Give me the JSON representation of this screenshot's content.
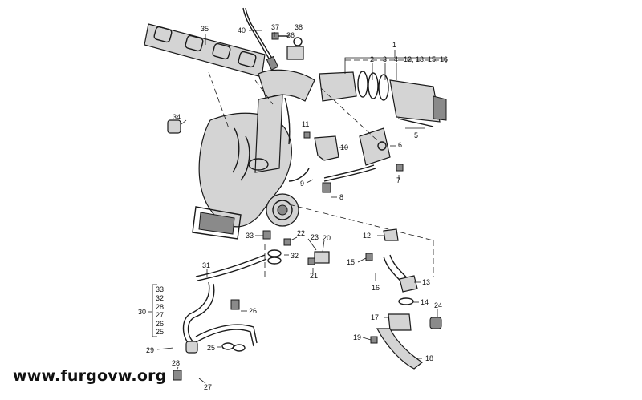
{
  "watermark": "www.furgovw.org",
  "callouts": {
    "c1": "1",
    "c2": "2",
    "c3": "3",
    "c4": "4",
    "c1extra": "12, 13, 15, 16",
    "c5": "5",
    "c6": "6",
    "c7": "7",
    "c8": "8",
    "c9": "9",
    "c10": "10",
    "c11": "11",
    "c12": "12",
    "c13": "13",
    "c14": "14",
    "c15": "15",
    "c16": "16",
    "c17": "17",
    "c18": "18",
    "c19": "19",
    "c20": "20",
    "c21": "21",
    "c22": "22",
    "c23": "23",
    "c24": "24",
    "c25": "25",
    "c26": "26",
    "c27": "27",
    "c28": "28",
    "c29": "29",
    "c30": "30",
    "c31": "31",
    "c32": "32",
    "c33": "33",
    "c34": "34",
    "c35": "35",
    "c36": "36",
    "c37": "37",
    "c38": "38",
    "c40": "40",
    "g30_1": "33",
    "g30_2": "32",
    "g30_3": "28",
    "g30_4": "27",
    "g30_5": "26",
    "g30_6": "25"
  }
}
